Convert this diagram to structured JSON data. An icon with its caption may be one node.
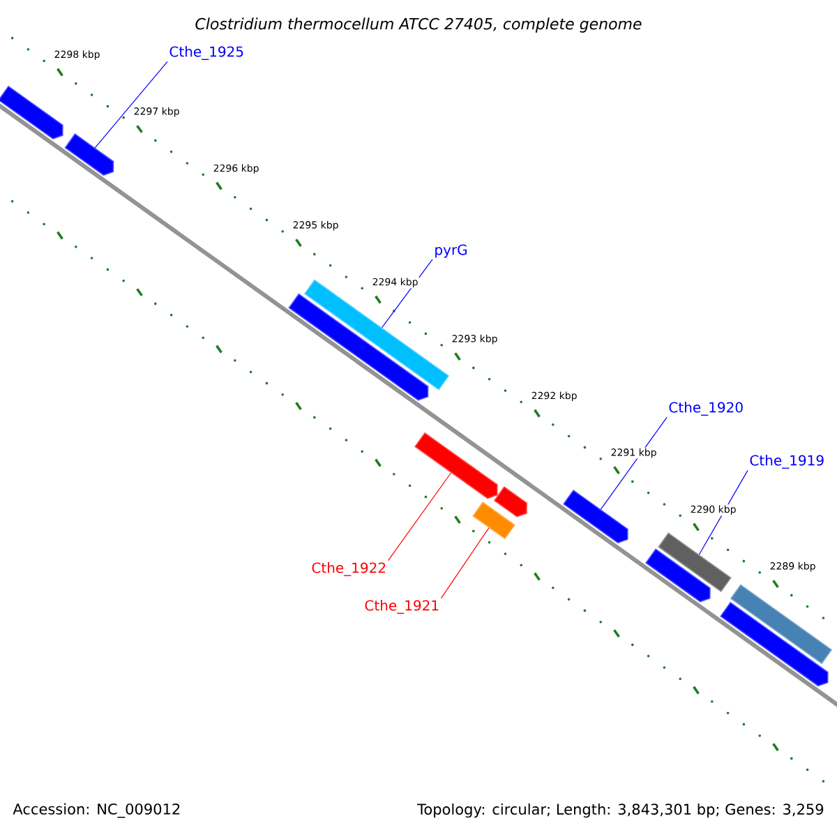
{
  "diagram": {
    "title": "Clostridium thermocellum ATCC 27405, complete genome",
    "nodes": [
      {
        "text": [
          "Cthe_1925"
        ]
      },
      {
        "text": [],
        "shape": "pentagon"
      },
      {
        "text": [],
        "shape": "pentagon"
      },
      {
        "text": [
          "pyrG"
        ]
      },
      {
        "text": [],
        "shape": "bar"
      },
      {
        "text": [],
        "shape": "pentagon"
      },
      {
        "text": [],
        "shape": "pentagon"
      },
      {
        "text": [],
        "shape": "pentagon"
      },
      {
        "text": [],
        "shape": "bar"
      },
      {
        "text": [
          "Cthe_1922"
        ]
      },
      {
        "text": [
          "Cthe_1921"
        ]
      },
      {
        "text": [
          "Cthe_1920"
        ]
      },
      {
        "text": [],
        "shape": "pentagon"
      },
      {
        "text": [
          "Cthe_1919"
        ]
      },
      {
        "text": [],
        "shape": "bar"
      },
      {
        "text": [],
        "shape": "pentagon"
      },
      {
        "text": [],
        "shape": "bar"
      },
      {
        "text": [],
        "shape": "pentagon"
      }
    ],
    "edges": [
      {
        "from": 0,
        "to": 2,
        "arrow": "none"
      },
      {
        "from": 3,
        "to": 4,
        "arrow": "none"
      },
      {
        "from": 9,
        "to": 6,
        "arrow": "none",
        "color": "#ff0000"
      },
      {
        "from": 10,
        "to": 8,
        "arrow": "none",
        "color": "#ff0000"
      },
      {
        "from": 11,
        "to": 12,
        "arrow": "none"
      },
      {
        "from": 13,
        "to": 14,
        "arrow": "none"
      }
    ],
    "labels": [
      "2298 kbp",
      "2297 kbp",
      "2296 kbp",
      "2295 kbp",
      "2294 kbp",
      "2293 kbp",
      "2292 kbp",
      "2291 kbp",
      "2290 kbp",
      "2289 kbp",
      "Accession: NC_009012",
      "Topology: circular; Length: 3,843,301 bp; Genes: 3,259"
    ]
  }
}
